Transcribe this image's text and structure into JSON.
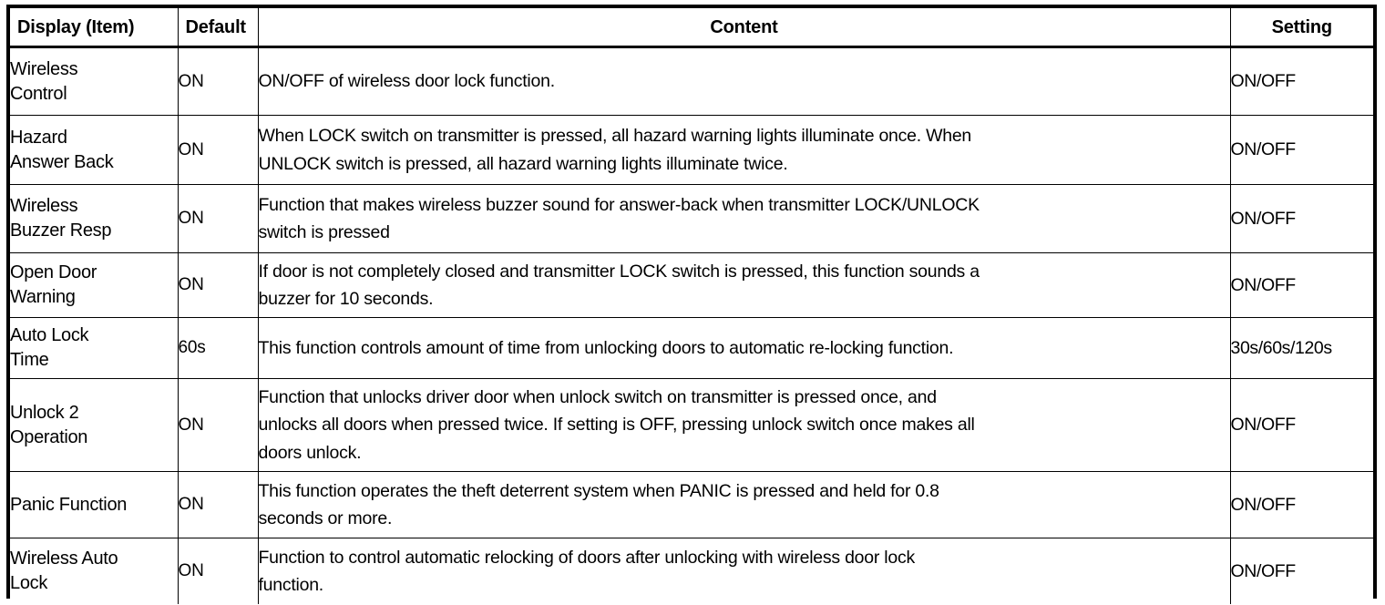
{
  "table": {
    "headers": {
      "item": "Display (Item)",
      "default": "Default",
      "content": "Content",
      "setting": "Setting"
    },
    "rows": [
      {
        "item_l1": "Wireless",
        "item_l2": "Control",
        "default": "ON",
        "content": [
          "ON/OFF of wireless door lock function."
        ],
        "setting": "ON/OFF"
      },
      {
        "item_l1": "Hazard",
        "item_l2": "Answer Back",
        "default": "ON",
        "content": [
          "When LOCK switch on transmitter is pressed, all hazard warning lights illuminate once. When",
          "UNLOCK switch is pressed, all hazard warning lights illuminate twice."
        ],
        "setting": "ON/OFF"
      },
      {
        "item_l1": "Wireless",
        "item_l2": "Buzzer Resp",
        "default": "ON",
        "content": [
          "Function that makes wireless buzzer sound for answer-back when transmitter LOCK/UNLOCK",
          "switch is pressed"
        ],
        "setting": "ON/OFF"
      },
      {
        "item_l1": "Open Door",
        "item_l2": "Warning",
        "default": "ON",
        "content": [
          "If door is not completely closed and transmitter LOCK switch is pressed, this function sounds a",
          "buzzer for 10 seconds."
        ],
        "setting": "ON/OFF"
      },
      {
        "item_l1": "Auto Lock",
        "item_l2": "Time",
        "default": "60s",
        "content": [
          "This function controls amount of time from unlocking doors to automatic re-locking function."
        ],
        "setting": "30s/60s/120s"
      },
      {
        "item_l1": "Unlock 2",
        "item_l2": "Operation",
        "default": "ON",
        "content": [
          "Function that unlocks driver door when unlock switch on transmitter is pressed once, and",
          "unlocks all doors when pressed twice. If setting is OFF, pressing unlock switch once makes all",
          "doors unlock."
        ],
        "setting": "ON/OFF"
      },
      {
        "item_l1": "Panic Function",
        "item_l2": "",
        "default": "ON",
        "content": [
          "This function operates the theft deterrent system when PANIC is pressed and held for 0.8",
          "seconds or more."
        ],
        "setting": "ON/OFF"
      },
      {
        "item_l1": "Wireless Auto",
        "item_l2": "Lock",
        "default": "ON",
        "content": [
          "Function to control automatic relocking of doors after unlocking with wireless door lock",
          "function."
        ],
        "setting": "ON/OFF"
      }
    ]
  }
}
